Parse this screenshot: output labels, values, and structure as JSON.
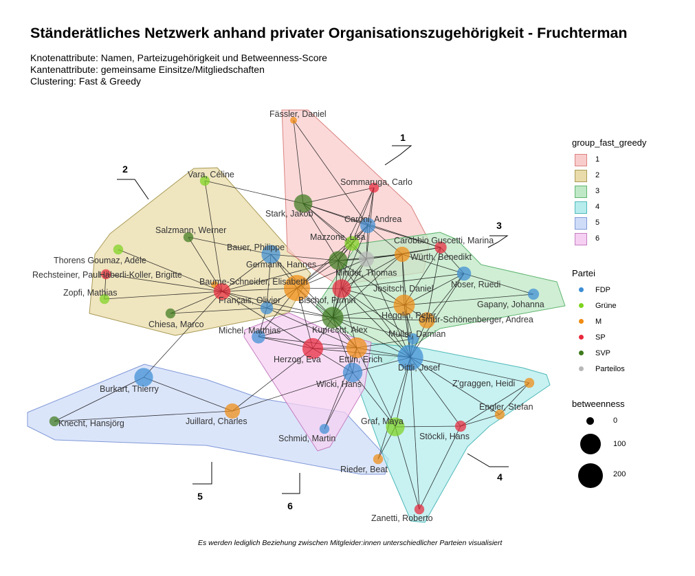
{
  "header": {
    "title": "Ständerätliches Netzwerk anhand privater Organisationszugehörigkeit - Fruchterman",
    "subtitle_lines": [
      "Knotenattribute: Namen, Parteizugehörigkeit und Betweenness-Score",
      "Kantenattribute: gemeinsame Einsitze/Mitgliedschaften",
      "Clustering: Fast & Greedy"
    ]
  },
  "caption": "Es werden lediglich Beziehung zwischen Mitgleider:innen unterschiedlicher Parteien visualisiert",
  "legend": {
    "group_title": "group_fast_greedy",
    "groups": [
      {
        "label": "1",
        "fill": "#f9cccc",
        "stroke": "#d9827f"
      },
      {
        "label": "2",
        "fill": "#e9dcaa",
        "stroke": "#a89a55"
      },
      {
        "label": "3",
        "fill": "#bfe8c6",
        "stroke": "#5fb470"
      },
      {
        "label": "4",
        "fill": "#b6ecec",
        "stroke": "#4fb8b8"
      },
      {
        "label": "5",
        "fill": "#cfdcf8",
        "stroke": "#7f97d6"
      },
      {
        "label": "6",
        "fill": "#f6d0f2",
        "stroke": "#c47ec0"
      }
    ],
    "party_title": "Partei",
    "parties": [
      {
        "label": "FDP",
        "color": "#3d8ed4"
      },
      {
        "label": "Grüne",
        "color": "#7ed321"
      },
      {
        "label": "M",
        "color": "#f08c12"
      },
      {
        "label": "SP",
        "color": "#e8283c"
      },
      {
        "label": "SVP",
        "color": "#3e7a1e"
      },
      {
        "label": "Parteilos",
        "color": "#b8b8b8"
      }
    ],
    "betweenness_title": "betweenness",
    "betweenness_levels": [
      {
        "label": "0",
        "value": 0
      },
      {
        "label": "100",
        "value": 100
      },
      {
        "label": "200",
        "value": 200
      }
    ]
  },
  "network": {
    "cluster_labels": [
      {
        "label": "1",
        "group": "1"
      },
      {
        "label": "2",
        "group": "2"
      },
      {
        "label": "3",
        "group": "3"
      },
      {
        "label": "4",
        "group": "4"
      },
      {
        "label": "5",
        "group": "5"
      },
      {
        "label": "6",
        "group": "6"
      }
    ],
    "nodes": [
      {
        "id": "fassler",
        "label": "Fässler, Daniel",
        "party": "M",
        "group": "1",
        "betweenness": 0
      },
      {
        "id": "sommaruga",
        "label": "Sommaruga, Carlo",
        "party": "SP",
        "group": "1",
        "betweenness": 5
      },
      {
        "id": "stark",
        "label": "Stark, Jakob",
        "party": "SVP",
        "group": "1",
        "betweenness": 75
      },
      {
        "id": "caroni",
        "label": "Caroni, Andrea",
        "party": "FDP",
        "group": "1",
        "betweenness": 40
      },
      {
        "id": "mazzone",
        "label": "Mazzone, Lisa",
        "party": "Grüne",
        "group": "1",
        "betweenness": 35
      },
      {
        "id": "carobbio",
        "label": "Carobbio Guscetti, Marina",
        "party": "SP",
        "group": "1",
        "betweenness": 15
      },
      {
        "id": "minder",
        "label": "Minder, Thomas",
        "party": "Parteilos",
        "group": "1",
        "betweenness": 40
      },
      {
        "id": "vara",
        "label": "Vara, Céline",
        "party": "Grüne",
        "group": "2",
        "betweenness": 5
      },
      {
        "id": "salzmann",
        "label": "Salzmann, Werner",
        "party": "SVP",
        "group": "2",
        "betweenness": 5
      },
      {
        "id": "bauer",
        "label": "Bauer, Philippe",
        "party": "FDP",
        "group": "2",
        "betweenness": 80
      },
      {
        "id": "thorens",
        "label": "Thorens Goumaz, Adèle",
        "party": "Grüne",
        "group": "2",
        "betweenness": 5
      },
      {
        "id": "rechsteiner",
        "label": "Rechsteiner, Paul",
        "party": "SP",
        "group": "2",
        "betweenness": 5
      },
      {
        "id": "haberli",
        "label": "Häberli-Koller, Brigitte",
        "party": "M",
        "group": "2",
        "betweenness": 0
      },
      {
        "id": "zopfi",
        "label": "Zopfi, Mathias",
        "party": "Grüne",
        "group": "2",
        "betweenness": 5
      },
      {
        "id": "baume",
        "label": "Baume-Schneider, Elisabeth",
        "party": "SP",
        "group": "2",
        "betweenness": 55
      },
      {
        "id": "francais",
        "label": "Français, Olivier",
        "party": "FDP",
        "group": "2",
        "betweenness": 20
      },
      {
        "id": "bischof",
        "label": "Bischof, Pirmin",
        "party": "M",
        "group": "2",
        "betweenness": 210
      },
      {
        "id": "chiesa",
        "label": "Chiesa, Marco",
        "party": "SVP",
        "group": "2",
        "betweenness": 5
      },
      {
        "id": "germann",
        "label": "Germann, Hannes",
        "party": "SVP",
        "group": "3",
        "betweenness": 80
      },
      {
        "id": "wurth",
        "label": "Würth, Benedikt",
        "party": "M",
        "group": "3",
        "betweenness": 40
      },
      {
        "id": "noser",
        "label": "Noser, Ruedi",
        "party": "FDP",
        "group": "3",
        "betweenness": 30
      },
      {
        "id": "jositsch",
        "label": "Jositsch, Daniel",
        "party": "SP",
        "group": "3",
        "betweenness": 80
      },
      {
        "id": "gapany",
        "label": "Gapany, Johanna",
        "party": "FDP",
        "group": "3",
        "betweenness": 10
      },
      {
        "id": "hegglin",
        "label": "Hegglin, Peter",
        "party": "M",
        "group": "3",
        "betweenness": 115
      },
      {
        "id": "gmur",
        "label": "Gmür-Schönenberger, Andrea",
        "party": "M",
        "group": "3",
        "betweenness": 50
      },
      {
        "id": "kuprecht",
        "label": "Kuprecht, Alex",
        "party": "SVP",
        "group": "3",
        "betweenness": 120
      },
      {
        "id": "muller",
        "label": "Müller, Damian",
        "party": "FDP",
        "group": "3",
        "betweenness": 10
      },
      {
        "id": "michel",
        "label": "Michel, Matthias",
        "party": "FDP",
        "group": "6",
        "betweenness": 25
      },
      {
        "id": "herzog",
        "label": "Herzog, Eva",
        "party": "SP",
        "group": "6",
        "betweenness": 110
      },
      {
        "id": "ettlin",
        "label": "Ettlin, Erich",
        "party": "M",
        "group": "6",
        "betweenness": 110
      },
      {
        "id": "wicki",
        "label": "Wicki, Hans",
        "party": "FDP",
        "group": "6",
        "betweenness": 90
      },
      {
        "id": "schmid",
        "label": "Schmid, Martin",
        "party": "FDP",
        "group": "6",
        "betweenness": 5
      },
      {
        "id": "dittli",
        "label": "Dittli, Josef",
        "party": "FDP",
        "group": "4",
        "betweenness": 200
      },
      {
        "id": "zgraggen",
        "label": "Z'graggen, Heidi",
        "party": "M",
        "group": "4",
        "betweenness": 5
      },
      {
        "id": "engler",
        "label": "Engler, Stefan",
        "party": "M",
        "group": "4",
        "betweenness": 5
      },
      {
        "id": "graf",
        "label": "Graf, Maya",
        "party": "Grüne",
        "group": "4",
        "betweenness": 80
      },
      {
        "id": "stockli",
        "label": "Stöckli, Hans",
        "party": "SP",
        "group": "4",
        "betweenness": 10
      },
      {
        "id": "rieder",
        "label": "Rieder, Beat",
        "party": "M",
        "group": "4",
        "betweenness": 5
      },
      {
        "id": "zanetti",
        "label": "Zanetti, Roberto",
        "party": "SP",
        "group": "4",
        "betweenness": 5
      },
      {
        "id": "burkart",
        "label": "Burkart, Thierry",
        "party": "FDP",
        "group": "5",
        "betweenness": 80
      },
      {
        "id": "knecht",
        "label": "Knecht, Hansjörg",
        "party": "SVP",
        "group": "5",
        "betweenness": 5
      },
      {
        "id": "juillard",
        "label": "Juillard, Charles",
        "party": "M",
        "group": "5",
        "betweenness": 40
      }
    ],
    "edges": [
      [
        "fassler",
        "stark"
      ],
      [
        "fassler",
        "caroni"
      ],
      [
        "stark",
        "sommaruga"
      ],
      [
        "stark",
        "caroni"
      ],
      [
        "stark",
        "germann"
      ],
      [
        "stark",
        "minder"
      ],
      [
        "stark",
        "mazzone"
      ],
      [
        "stark",
        "vara"
      ],
      [
        "stark",
        "carobbio"
      ],
      [
        "sommaruga",
        "mazzone"
      ],
      [
        "sommaruga",
        "minder"
      ],
      [
        "sommaruga",
        "germann"
      ],
      [
        "sommaruga",
        "caroni"
      ],
      [
        "caroni",
        "mazzone"
      ],
      [
        "caroni",
        "carobbio"
      ],
      [
        "caroni",
        "minder"
      ],
      [
        "caroni",
        "germann"
      ],
      [
        "caroni",
        "wurth"
      ],
      [
        "caroni",
        "jositsch"
      ],
      [
        "caroni",
        "bischof"
      ],
      [
        "mazzone",
        "germann"
      ],
      [
        "mazzone",
        "minder"
      ],
      [
        "mazzone",
        "bischof"
      ],
      [
        "mazzone",
        "kuprecht"
      ],
      [
        "carobbio",
        "wurth"
      ],
      [
        "carobbio",
        "minder"
      ],
      [
        "carobbio",
        "hegglin"
      ],
      [
        "carobbio",
        "gmur"
      ],
      [
        "carobbio",
        "noser"
      ],
      [
        "minder",
        "germann"
      ],
      [
        "minder",
        "jositsch"
      ],
      [
        "minder",
        "wurth"
      ],
      [
        "minder",
        "kuprecht"
      ],
      [
        "minder",
        "bischof"
      ],
      [
        "minder",
        "dittli"
      ],
      [
        "vara",
        "baume"
      ],
      [
        "salzmann",
        "baume"
      ],
      [
        "salzmann",
        "bauer"
      ],
      [
        "thorens",
        "baume"
      ],
      [
        "rechsteiner",
        "baume"
      ],
      [
        "haberli",
        "baume"
      ],
      [
        "zopfi",
        "baume"
      ],
      [
        "zopfi",
        "rechsteiner"
      ],
      [
        "chiesa",
        "baume"
      ],
      [
        "chiesa",
        "francais"
      ],
      [
        "bauer",
        "baume"
      ],
      [
        "bauer",
        "germann"
      ],
      [
        "bauer",
        "francais"
      ],
      [
        "bauer",
        "bischof"
      ],
      [
        "bauer",
        "kuprecht"
      ],
      [
        "baume",
        "francais"
      ],
      [
        "baume",
        "germann"
      ],
      [
        "baume",
        "bischof"
      ],
      [
        "baume",
        "kuprecht"
      ],
      [
        "baume",
        "herzog"
      ],
      [
        "baume",
        "burkart"
      ],
      [
        "francais",
        "bischof"
      ],
      [
        "francais",
        "kuprecht"
      ],
      [
        "francais",
        "ettlin"
      ],
      [
        "francais",
        "michel"
      ],
      [
        "bischof",
        "germann"
      ],
      [
        "bischof",
        "kuprecht"
      ],
      [
        "bischof",
        "herzog"
      ],
      [
        "bischof",
        "ettlin"
      ],
      [
        "bischof",
        "jositsch"
      ],
      [
        "bischof",
        "michel"
      ],
      [
        "germann",
        "jositsch"
      ],
      [
        "germann",
        "kuprecht"
      ],
      [
        "germann",
        "dittli"
      ],
      [
        "germann",
        "hegglin"
      ],
      [
        "germann",
        "wurth"
      ],
      [
        "wurth",
        "noser"
      ],
      [
        "wurth",
        "hegglin"
      ],
      [
        "wurth",
        "jositsch"
      ],
      [
        "wurth",
        "kuprecht"
      ],
      [
        "wurth",
        "dittli"
      ],
      [
        "noser",
        "jositsch"
      ],
      [
        "noser",
        "gapany"
      ],
      [
        "noser",
        "hegglin"
      ],
      [
        "noser",
        "dittli"
      ],
      [
        "noser",
        "gmur"
      ],
      [
        "jositsch",
        "hegglin"
      ],
      [
        "jositsch",
        "kuprecht"
      ],
      [
        "jositsch",
        "ettlin"
      ],
      [
        "jositsch",
        "dittli"
      ],
      [
        "jositsch",
        "muller"
      ],
      [
        "hegglin",
        "gmur"
      ],
      [
        "hegglin",
        "kuprecht"
      ],
      [
        "hegglin",
        "dittli"
      ],
      [
        "hegglin",
        "muller"
      ],
      [
        "hegglin",
        "gapany"
      ],
      [
        "gmur",
        "dittli"
      ],
      [
        "gmur",
        "kuprecht"
      ],
      [
        "kuprecht",
        "ettlin"
      ],
      [
        "kuprecht",
        "herzog"
      ],
      [
        "kuprecht",
        "dittli"
      ],
      [
        "kuprecht",
        "muller"
      ],
      [
        "kuprecht",
        "michel"
      ],
      [
        "kuprecht",
        "wicki"
      ],
      [
        "muller",
        "dittli"
      ],
      [
        "muller",
        "ettlin"
      ],
      [
        "michel",
        "herzog"
      ],
      [
        "michel",
        "ettlin"
      ],
      [
        "herzog",
        "ettlin"
      ],
      [
        "herzog",
        "wicki"
      ],
      [
        "herzog",
        "dittli"
      ],
      [
        "ettlin",
        "wicki"
      ],
      [
        "ettlin",
        "dittli"
      ],
      [
        "ettlin",
        "graf"
      ],
      [
        "wicki",
        "dittli"
      ],
      [
        "wicki",
        "schmid"
      ],
      [
        "wicki",
        "graf"
      ],
      [
        "schmid",
        "ettlin"
      ],
      [
        "dittli",
        "zgraggen"
      ],
      [
        "dittli",
        "engler"
      ],
      [
        "dittli",
        "graf"
      ],
      [
        "dittli",
        "stockli"
      ],
      [
        "dittli",
        "rieder"
      ],
      [
        "dittli",
        "zanetti"
      ],
      [
        "graf",
        "stockli"
      ],
      [
        "graf",
        "rieder"
      ],
      [
        "graf",
        "zanetti"
      ],
      [
        "stockli",
        "engler"
      ],
      [
        "stockli",
        "zgraggen"
      ],
      [
        "stockli",
        "zanetti"
      ],
      [
        "engler",
        "zgraggen"
      ],
      [
        "burkart",
        "knecht"
      ],
      [
        "burkart",
        "juillard"
      ],
      [
        "juillard",
        "herzog"
      ],
      [
        "juillard",
        "wicki"
      ],
      [
        "knecht",
        "juillard"
      ]
    ]
  }
}
